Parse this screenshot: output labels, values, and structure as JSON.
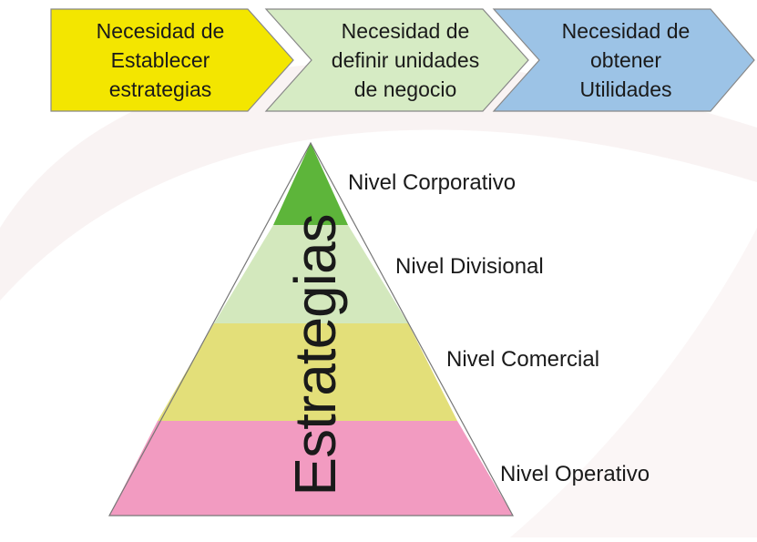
{
  "process": {
    "steps": [
      {
        "text": "Necesidad de\nEstablecer\nestrategias",
        "color": "#f3e600"
      },
      {
        "text": "Necesidad de\ndefinir unidades\nde negocio",
        "color": "#d6ebc4"
      },
      {
        "text": "Necesidad de\nobtener\nUtilidades",
        "color": "#9cc3e6"
      }
    ]
  },
  "pyramid": {
    "vertical_label": "Estrategias",
    "levels": [
      {
        "label": "Nivel Corporativo",
        "color": "#5db53a"
      },
      {
        "label": "Nivel Divisional",
        "color": "#d3e8bd"
      },
      {
        "label": "Nivel Comercial",
        "color": "#e3df79"
      },
      {
        "label": "Nivel Operativo",
        "color": "#f29bc1"
      }
    ]
  }
}
